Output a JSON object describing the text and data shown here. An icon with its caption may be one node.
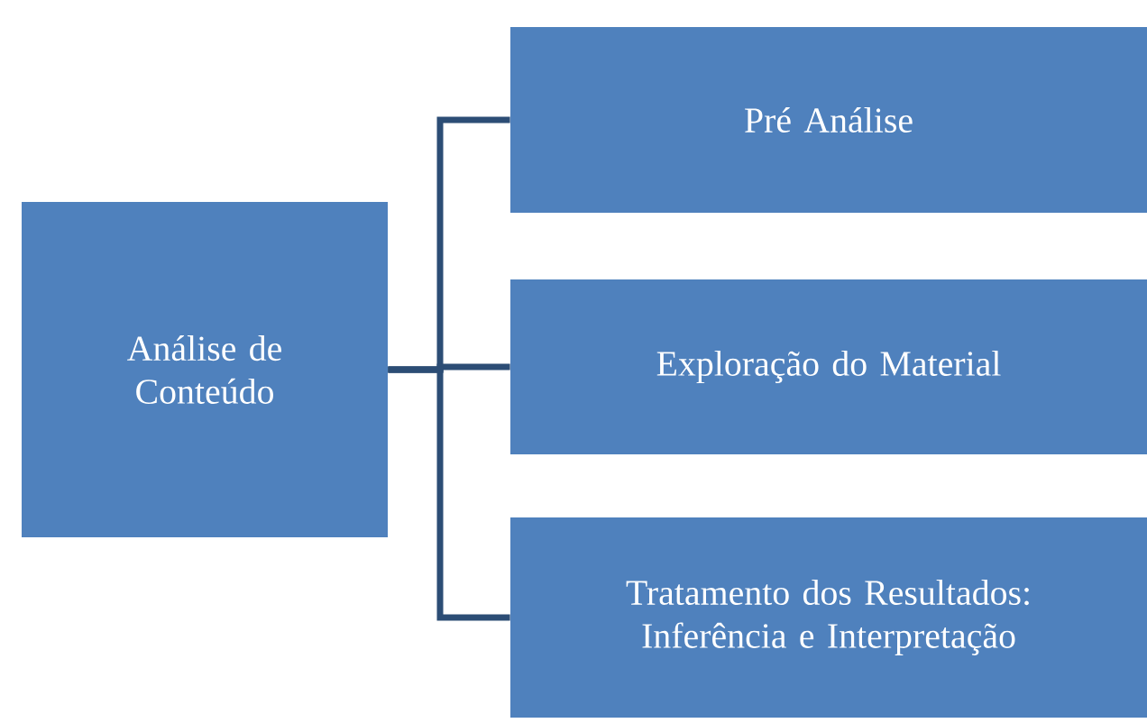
{
  "diagram": {
    "nodes": [
      {
        "text": [
          "Análise de Conteúdo"
        ]
      },
      {
        "text": [
          "Pré Análise"
        ]
      },
      {
        "text": [
          "Exploração do Material"
        ]
      },
      {
        "text": [
          "Tratamento dos Resultados: Inferência e Interpretação"
        ]
      }
    ],
    "edges": [
      {
        "from": 0,
        "to": 1,
        "arrow": "none"
      },
      {
        "from": 0,
        "to": 2,
        "arrow": "none"
      },
      {
        "from": 0,
        "to": 3,
        "arrow": "none"
      }
    ]
  }
}
